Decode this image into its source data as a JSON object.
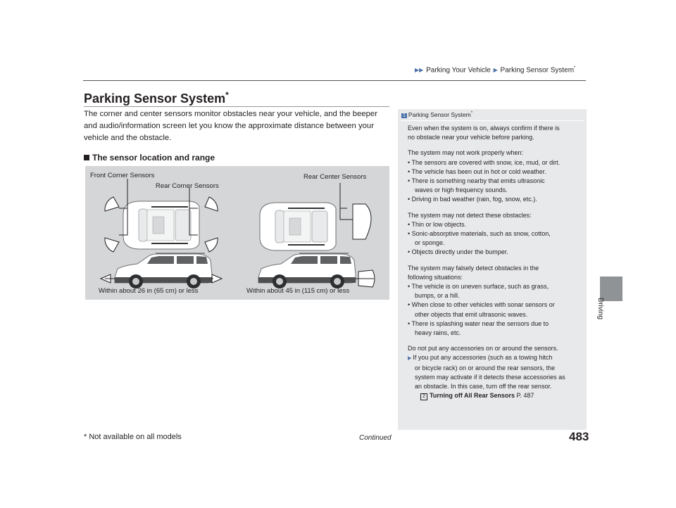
{
  "header": {
    "breadcrumb": [
      "Parking Your Vehicle",
      "Parking Sensor System"
    ],
    "asterisk": "*"
  },
  "side_tab": {
    "label": "Driving"
  },
  "title": {
    "text": "Parking Sensor System",
    "asterisk": "*"
  },
  "intro": [
    "The corner and center sensors monitor obstacles near your vehicle, and the beeper",
    "and audio/information screen let you know the approximate distance between your",
    "vehicle and the obstacle."
  ],
  "subheading": "The sensor location and range",
  "figure": {
    "front_corner": "Front Corner Sensors",
    "rear_corner": "Rear Corner Sensors",
    "rear_center": "Rear Center Sensors",
    "range_corner": "Within about 26 in (65 cm) or less",
    "range_center": "Within about 45 in (115 cm) or less"
  },
  "note": {
    "number": "1",
    "title": "Parking Sensor System",
    "asterisk": "*",
    "lines": [
      {
        "t": "Even when the system is on, always confirm if there is",
        "c": ""
      },
      {
        "t": "no obstacle near your vehicle before parking.",
        "c": ""
      },
      {
        "t": "",
        "c": "gap"
      },
      {
        "t": "The system may not work properly when:",
        "c": ""
      },
      {
        "t": "• The sensors are covered with snow, ice, mud, or dirt.",
        "c": ""
      },
      {
        "t": "• The vehicle has been out in hot or cold weather.",
        "c": ""
      },
      {
        "t": "• There is something nearby that emits ultrasonic",
        "c": ""
      },
      {
        "t": "waves or high frequency sounds.",
        "c": "ind"
      },
      {
        "t": "• Driving in bad weather (rain, fog, snow, etc.).",
        "c": ""
      },
      {
        "t": "",
        "c": "gap"
      },
      {
        "t": "The system may not detect these obstacles:",
        "c": ""
      },
      {
        "t": "• Thin or low objects.",
        "c": ""
      },
      {
        "t": "• Sonic-absorptive materials, such as snow, cotton,",
        "c": ""
      },
      {
        "t": "or sponge.",
        "c": "ind"
      },
      {
        "t": "• Objects directly under the bumper.",
        "c": ""
      },
      {
        "t": "",
        "c": "gap"
      },
      {
        "t": "The system may falsely detect obstacles in the",
        "c": ""
      },
      {
        "t": "following situations:",
        "c": ""
      },
      {
        "t": "• The vehicle is on uneven surface, such as grass,",
        "c": ""
      },
      {
        "t": "bumps, or a hill.",
        "c": "ind"
      },
      {
        "t": "• When close to other vehicles with sonar sensors or",
        "c": ""
      },
      {
        "t": "other objects that emit ultrasonic waves.",
        "c": "ind"
      },
      {
        "t": "• There is splashing water near the sensors due to",
        "c": ""
      },
      {
        "t": "heavy rains, etc.",
        "c": "ind"
      },
      {
        "t": "",
        "c": "gap"
      },
      {
        "t": "Do not put any accessories on or around the sensors.",
        "c": ""
      },
      {
        "t": "If you put any accessories (such as a towing hitch",
        "c": "arrow"
      },
      {
        "t": "or bicycle rack) on or around the rear sensors, the",
        "c": "ind"
      },
      {
        "t": "system may activate if it detects these accessories as",
        "c": "ind"
      },
      {
        "t": "an obstacle. In this case, turn off the rear sensor.",
        "c": "ind"
      }
    ],
    "reference": {
      "label": "Turning off All Rear Sensors",
      "page": "P. 487",
      "icon": "2"
    }
  },
  "footer": {
    "footnote": "* Not available on all models",
    "continued": "Continued",
    "page_number": "483"
  }
}
